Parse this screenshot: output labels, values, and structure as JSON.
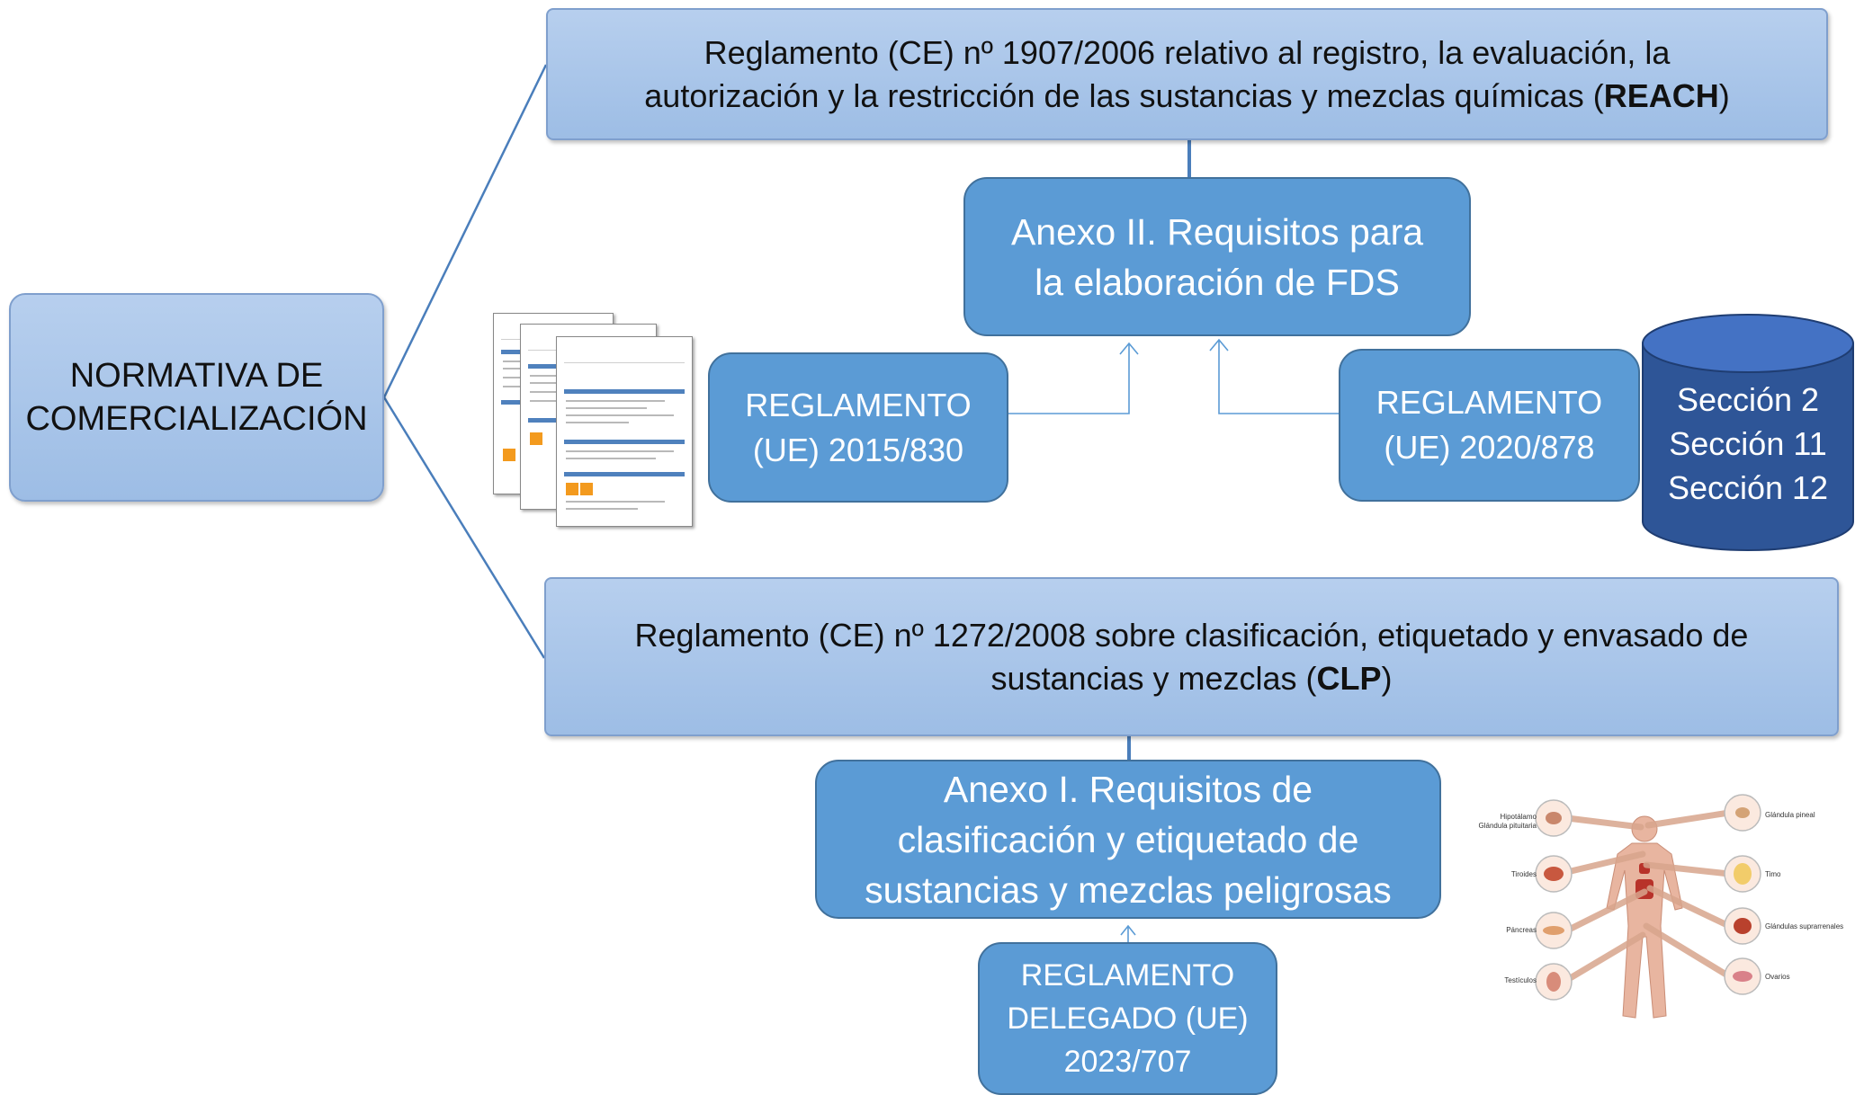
{
  "root": {
    "line1": "NORMATIVA DE",
    "line2": "COMERCIALIZACIÓN"
  },
  "reach": {
    "line1": "Reglamento (CE) nº 1907/2006 relativo al registro, la evaluación, la",
    "line2_pre": "autorización y la restricción de las sustancias y mezclas químicas (",
    "acronym": "REACH",
    "line2_post": ")"
  },
  "anexo2": {
    "line1": "Anexo II. Requisitos para",
    "line2": "la elaboración de FDS"
  },
  "reg_2015": {
    "line1": "REGLAMENTO",
    "line2": "(UE) 2015/830"
  },
  "reg_2020": {
    "line1": "REGLAMENTO",
    "line2": "(UE) 2020/878"
  },
  "sections": [
    "Sección 2",
    "Sección 11",
    "Sección 12"
  ],
  "clp": {
    "line1": "Reglamento (CE) nº 1272/2008 sobre clasificación, etiquetado y envasado de",
    "line2_pre": "sustancias y mezclas (",
    "acronym": "CLP",
    "line2_post": ")"
  },
  "anexo1": {
    "line1": "Anexo I. Requisitos de",
    "line2": "clasificación y etiquetado de",
    "line3": "sustancias y mezclas peligrosas"
  },
  "delegado": {
    "line1": "REGLAMENTO",
    "line2": "DELEGADO (UE)",
    "line3": "2023/707"
  },
  "body_labels": {
    "hipotalamo": "Hipotálamo",
    "pituitaria": "Glándula pituitaria",
    "tiroides": "Tiroides",
    "pancreas": "Páncreas",
    "testiculos": "Testículos",
    "pineal": "Glándula pineal",
    "timo": "Timo",
    "suprarrenales": "Glándulas suprarrenales",
    "ovarios": "Ovarios"
  },
  "colors": {
    "light_box": "#9dbde5",
    "mid_box": "#5b9bd5",
    "cylinder": "#2e5597",
    "connector": "#4a7ebb"
  }
}
